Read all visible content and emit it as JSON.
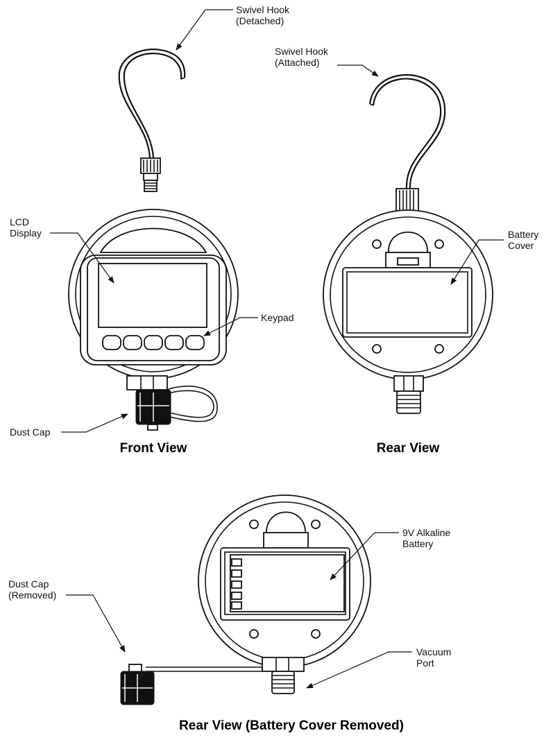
{
  "labels": {
    "swivel_detached": [
      "Swivel Hook",
      "(Detached)"
    ],
    "swivel_attached": [
      "Swivel Hook",
      "(Attached)"
    ],
    "lcd_display": [
      "LCD",
      "Display"
    ],
    "keypad": [
      "Keypad"
    ],
    "battery_cover": [
      "Battery",
      "Cover"
    ],
    "dust_cap": [
      "Dust Cap"
    ],
    "battery_9v": [
      "9V Alkaline",
      "Battery"
    ],
    "dust_cap_removed": [
      "Dust Cap",
      "(Removed)"
    ],
    "vacuum_port": [
      "Vacuum",
      "Port"
    ]
  },
  "titles": {
    "front_view": "Front View",
    "rear_view": "Rear View",
    "rear_view_removed": "Rear View (Battery Cover Removed)"
  }
}
